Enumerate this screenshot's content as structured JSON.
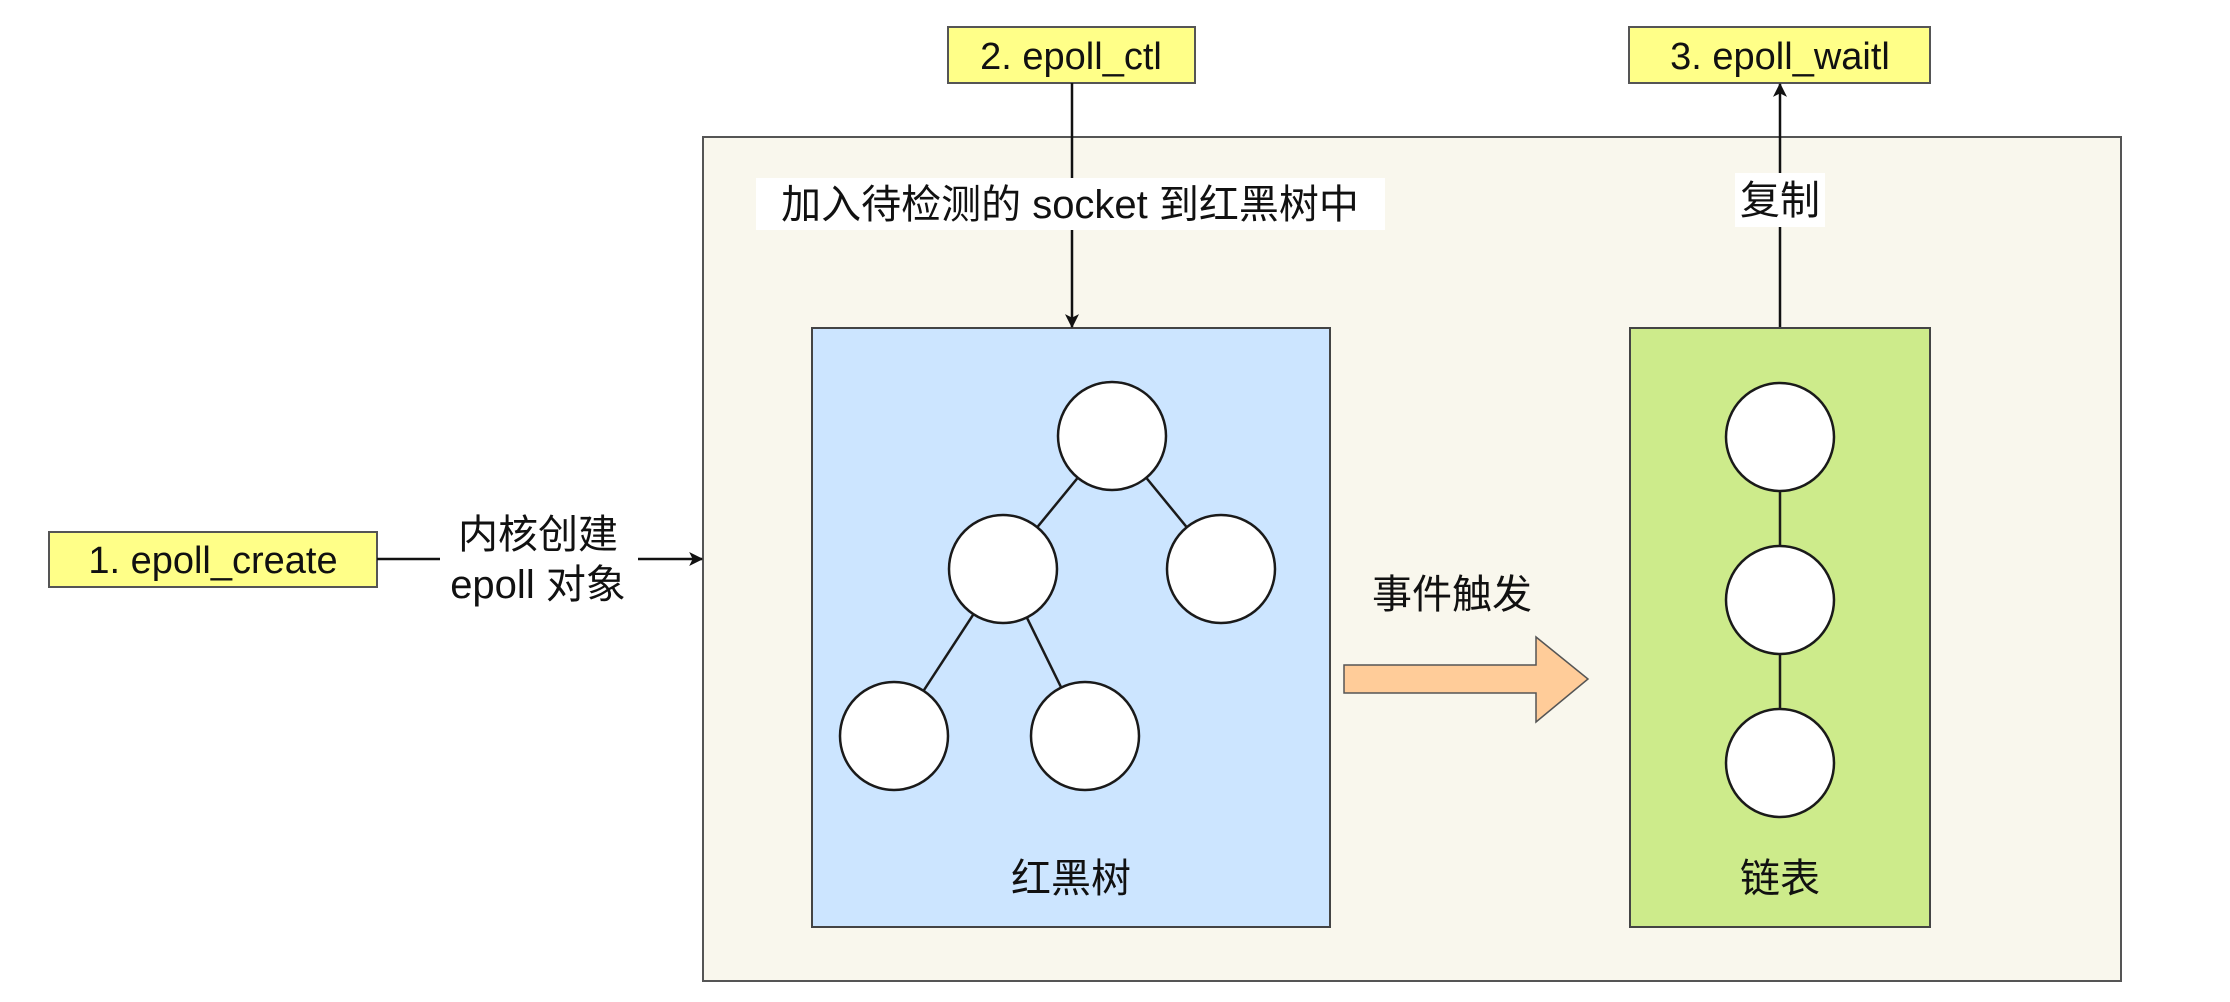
{
  "diagram": {
    "steps": [
      {
        "id": "create",
        "label": "1. epoll_create"
      },
      {
        "id": "ctl",
        "label": "2. epoll_ctl"
      },
      {
        "id": "wait",
        "label": "3. epoll_waitl"
      }
    ],
    "edge_labels": {
      "create_line1": "内核创建",
      "create_line2": "epoll 对象",
      "ctl": "加入待检测的 socket 到红黑树中",
      "wait": "复制",
      "event": "事件触发"
    },
    "containers": {
      "rb_tree": {
        "label": "红黑树",
        "node_count": 5
      },
      "linked_list": {
        "label": "链表",
        "node_count": 3
      }
    },
    "colors": {
      "step_fill": "#ffff88",
      "frame_fill": "#f9f7ed",
      "rb_tree_fill": "#cce5ff",
      "list_fill": "#cdeb8b",
      "event_arrow_fill": "#ffcc99",
      "node_fill": "#ffffff",
      "stroke": "#1a1a1a"
    }
  }
}
